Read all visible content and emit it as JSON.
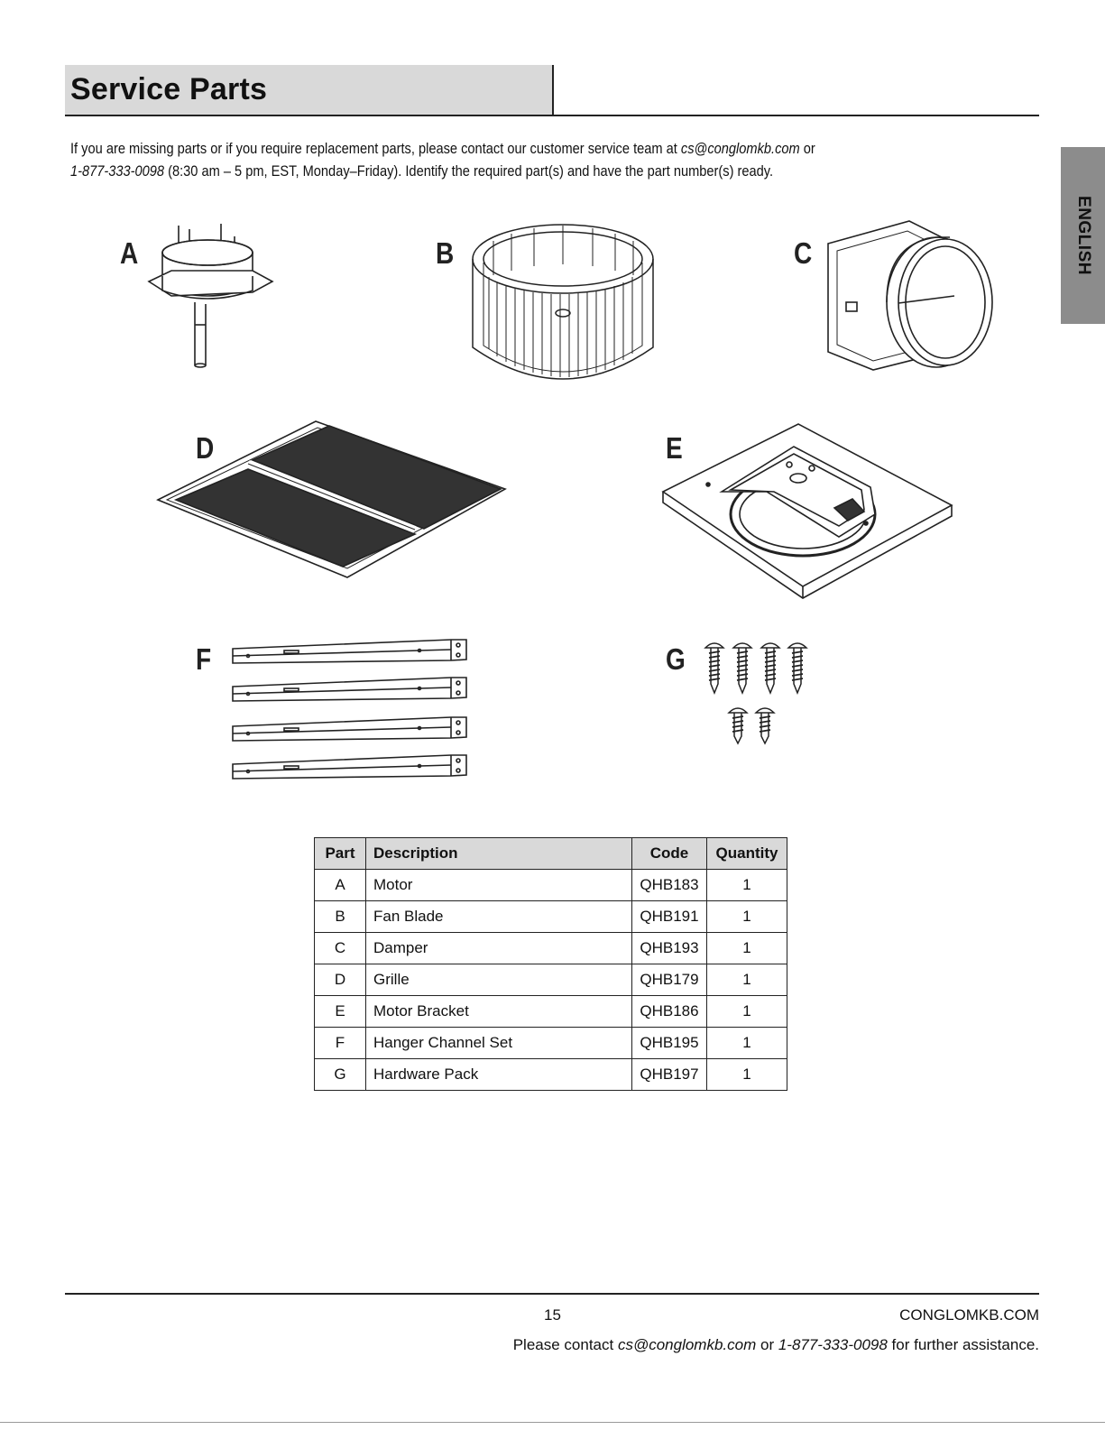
{
  "header": {
    "title": "Service Parts",
    "tab": "ENGLISH"
  },
  "intro": {
    "text1": "If you are missing parts or if you require replacement parts, please contact our customer service team at ",
    "email": "cs@conglomkb.com",
    "text2": " or",
    "phone": "1-877-333-0098",
    "text3": " (8:30 am – 5 pm, EST, Monday–Friday). Identify the required part(s) and have the part number(s) ready."
  },
  "illustrations": [
    {
      "letter": "A",
      "icon": "motor-icon"
    },
    {
      "letter": "B",
      "icon": "fan-blade-icon"
    },
    {
      "letter": "C",
      "icon": "damper-icon"
    },
    {
      "letter": "D",
      "icon": "grille-icon"
    },
    {
      "letter": "E",
      "icon": "motor-bracket-icon"
    },
    {
      "letter": "F",
      "icon": "hanger-channel-icon"
    },
    {
      "letter": "G",
      "icon": "screws-icon"
    }
  ],
  "table": {
    "headers": [
      "Part",
      "Description",
      "Code",
      "Quantity"
    ],
    "rows": [
      [
        "A",
        "Motor",
        "QHB183",
        "1"
      ],
      [
        "B",
        "Fan Blade",
        "QHB191",
        "1"
      ],
      [
        "C",
        "Damper",
        "QHB193",
        "1"
      ],
      [
        "D",
        "Grille",
        "QHB179",
        "1"
      ],
      [
        "E",
        "Motor Bracket",
        "QHB186",
        "1"
      ],
      [
        "F",
        "Hanger Channel Set",
        "QHB195",
        "1"
      ],
      [
        "G",
        "Hardware Pack",
        "QHB197",
        "1"
      ]
    ]
  },
  "footer": {
    "page": "15",
    "site": "CONGLOMKB.COM",
    "contact_pre": "Please contact ",
    "email": "cs@conglomkb.com",
    "or": " or ",
    "phone": "1-877-333-0098",
    "contact_post": " for further assistance."
  }
}
